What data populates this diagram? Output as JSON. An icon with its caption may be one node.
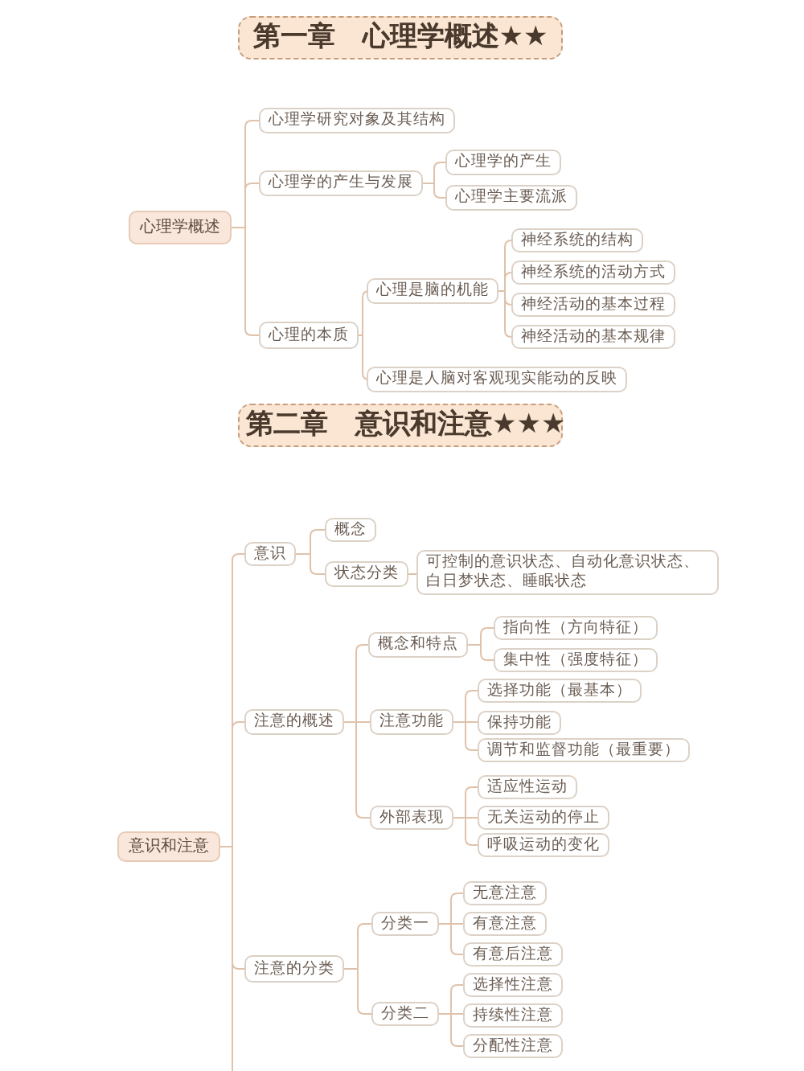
{
  "diagram": {
    "nodes": [
      {
        "text": [
          "第一章　心理学概述★★"
        ]
      },
      {
        "text": [
          "心理学概述"
        ]
      },
      {
        "text": [
          "心理学研究对象及其结构"
        ]
      },
      {
        "text": [
          "心理学的产生与发展"
        ]
      },
      {
        "text": [
          "心理学的产生"
        ]
      },
      {
        "text": [
          "心理学主要流派"
        ]
      },
      {
        "text": [
          "心理的本质"
        ]
      },
      {
        "text": [
          "心理是脑的机能"
        ]
      },
      {
        "text": [
          "神经系统的结构"
        ]
      },
      {
        "text": [
          "神经系统的活动方式"
        ]
      },
      {
        "text": [
          "神经活动的基本过程"
        ]
      },
      {
        "text": [
          "神经活动的基本规律"
        ]
      },
      {
        "text": [
          "心理是人脑对客观现实能动的反映"
        ]
      },
      {
        "text": [
          "第二章　意识和注意★★★"
        ]
      },
      {
        "text": [
          "意识和注意"
        ]
      },
      {
        "text": [
          "意识"
        ]
      },
      {
        "text": [
          "概念"
        ]
      },
      {
        "text": [
          "状态分类"
        ]
      },
      {
        "text": [
          "可控制的意识状态、自动化意识状态、白日梦状态、睡眠状态"
        ]
      },
      {
        "text": [
          "注意的概述"
        ]
      },
      {
        "text": [
          "概念和特点"
        ]
      },
      {
        "text": [
          "指向性（方向特征）"
        ]
      },
      {
        "text": [
          "集中性（强度特征）"
        ]
      },
      {
        "text": [
          "注意功能"
        ]
      },
      {
        "text": [
          "选择功能（最基本）"
        ]
      },
      {
        "text": [
          "保持功能"
        ]
      },
      {
        "text": [
          "调节和监督功能（最重要）"
        ]
      },
      {
        "text": [
          "外部表现"
        ]
      },
      {
        "text": [
          "适应性运动"
        ]
      },
      {
        "text": [
          "无关运动的停止"
        ]
      },
      {
        "text": [
          "呼吸运动的变化"
        ]
      },
      {
        "text": [
          "注意的分类"
        ]
      },
      {
        "text": [
          "分类一"
        ]
      },
      {
        "text": [
          "无意注意"
        ]
      },
      {
        "text": [
          "有意注意"
        ]
      },
      {
        "text": [
          "有意后注意"
        ]
      },
      {
        "text": [
          "分类二"
        ]
      },
      {
        "text": [
          "选择性注意"
        ]
      },
      {
        "text": [
          "持续性注意"
        ]
      },
      {
        "text": [
          "分配性注意"
        ]
      }
    ],
    "edges": [
      {
        "from": 1,
        "to": 2,
        "arrow": "none"
      },
      {
        "from": 1,
        "to": 3,
        "arrow": "none"
      },
      {
        "from": 3,
        "to": 4,
        "arrow": "none"
      },
      {
        "from": 3,
        "to": 5,
        "arrow": "none"
      },
      {
        "from": 1,
        "to": 6,
        "arrow": "none"
      },
      {
        "from": 6,
        "to": 7,
        "arrow": "none"
      },
      {
        "from": 7,
        "to": 8,
        "arrow": "none"
      },
      {
        "from": 7,
        "to": 9,
        "arrow": "none"
      },
      {
        "from": 7,
        "to": 10,
        "arrow": "none"
      },
      {
        "from": 7,
        "to": 11,
        "arrow": "none"
      },
      {
        "from": 6,
        "to": 12,
        "arrow": "none"
      },
      {
        "from": 14,
        "to": 15,
        "arrow": "none"
      },
      {
        "from": 15,
        "to": 16,
        "arrow": "none"
      },
      {
        "from": 15,
        "to": 17,
        "arrow": "none"
      },
      {
        "from": 17,
        "to": 18,
        "arrow": "none"
      },
      {
        "from": 14,
        "to": 19,
        "arrow": "none"
      },
      {
        "from": 19,
        "to": 20,
        "arrow": "none"
      },
      {
        "from": 20,
        "to": 21,
        "arrow": "none"
      },
      {
        "from": 20,
        "to": 22,
        "arrow": "none"
      },
      {
        "from": 19,
        "to": 23,
        "arrow": "none"
      },
      {
        "from": 23,
        "to": 24,
        "arrow": "none"
      },
      {
        "from": 23,
        "to": 25,
        "arrow": "none"
      },
      {
        "from": 23,
        "to": 26,
        "arrow": "none"
      },
      {
        "from": 19,
        "to": 27,
        "arrow": "none"
      },
      {
        "from": 27,
        "to": 28,
        "arrow": "none"
      },
      {
        "from": 27,
        "to": 29,
        "arrow": "none"
      },
      {
        "from": 27,
        "to": 30,
        "arrow": "none"
      },
      {
        "from": 14,
        "to": 31,
        "arrow": "none"
      },
      {
        "from": 31,
        "to": 32,
        "arrow": "none"
      },
      {
        "from": 32,
        "to": 33,
        "arrow": "none"
      },
      {
        "from": 32,
        "to": 34,
        "arrow": "none"
      },
      {
        "from": 32,
        "to": 35,
        "arrow": "none"
      },
      {
        "from": 31,
        "to": 36,
        "arrow": "none"
      },
      {
        "from": 36,
        "to": 37,
        "arrow": "none"
      },
      {
        "from": 36,
        "to": 38,
        "arrow": "none"
      },
      {
        "from": 36,
        "to": 39,
        "arrow": "none"
      },
      {
        "from": 14,
        "to": null,
        "arrow": "none"
      }
    ]
  }
}
